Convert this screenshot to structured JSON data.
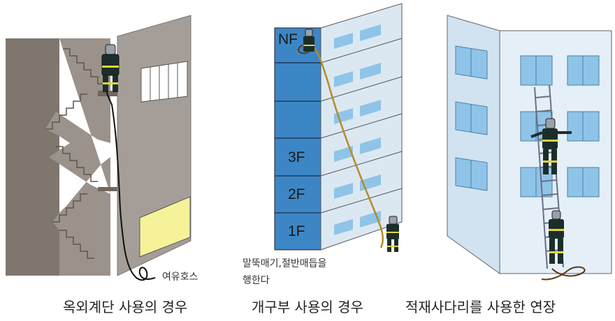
{
  "panels": [
    {
      "caption": "옥외계단 사용의 경우"
    },
    {
      "caption": "개구부 사용의 경우"
    },
    {
      "caption": "적재사다리를 사용한 연장"
    }
  ],
  "notes": {
    "spare_hose": "여유호스",
    "instruction_line1": "말뚝매기,절반매듭을",
    "instruction_line2": "행한다"
  },
  "floor_labels": [
    "NF",
    "3F",
    "2F",
    "1F"
  ],
  "colors": {
    "stair_wall": "#8a8078",
    "building_gray": "#a59e98",
    "building_blue": "#3d86c6",
    "window_blue": "#8fc4e8",
    "glass_wall": "#d7e8f4",
    "yellow_panel": "#f6f29a",
    "hose": "#b58a2a"
  }
}
